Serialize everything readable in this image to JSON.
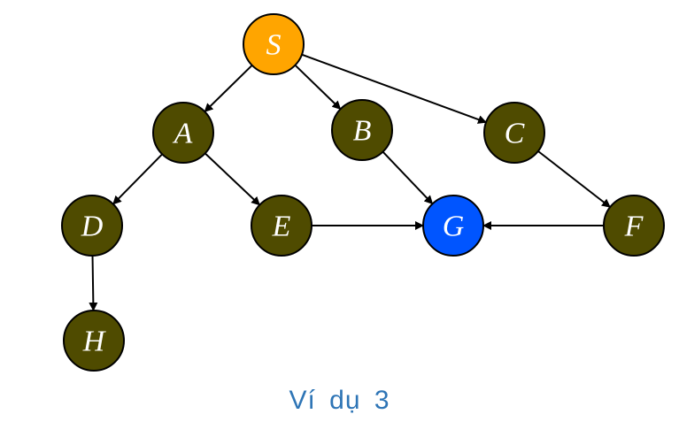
{
  "diagram": {
    "colors": {
      "start": "#ffa500",
      "goal": "#0055ff",
      "default": "#4f4b00",
      "edge": "#000000"
    },
    "nodes": [
      {
        "id": "S",
        "label": "S",
        "role": "start"
      },
      {
        "id": "A",
        "label": "A",
        "role": "default"
      },
      {
        "id": "B",
        "label": "B",
        "role": "default"
      },
      {
        "id": "C",
        "label": "C",
        "role": "default"
      },
      {
        "id": "D",
        "label": "D",
        "role": "default"
      },
      {
        "id": "E",
        "label": "E",
        "role": "default"
      },
      {
        "id": "G",
        "label": "G",
        "role": "goal"
      },
      {
        "id": "F",
        "label": "F",
        "role": "default"
      },
      {
        "id": "H",
        "label": "H",
        "role": "default"
      }
    ],
    "edges": [
      {
        "from": "S",
        "to": "A"
      },
      {
        "from": "S",
        "to": "B"
      },
      {
        "from": "S",
        "to": "C"
      },
      {
        "from": "A",
        "to": "D"
      },
      {
        "from": "A",
        "to": "E"
      },
      {
        "from": "B",
        "to": "G"
      },
      {
        "from": "C",
        "to": "F"
      },
      {
        "from": "E",
        "to": "G"
      },
      {
        "from": "F",
        "to": "G"
      },
      {
        "from": "D",
        "to": "H"
      }
    ]
  },
  "caption": "Ví dụ 3"
}
